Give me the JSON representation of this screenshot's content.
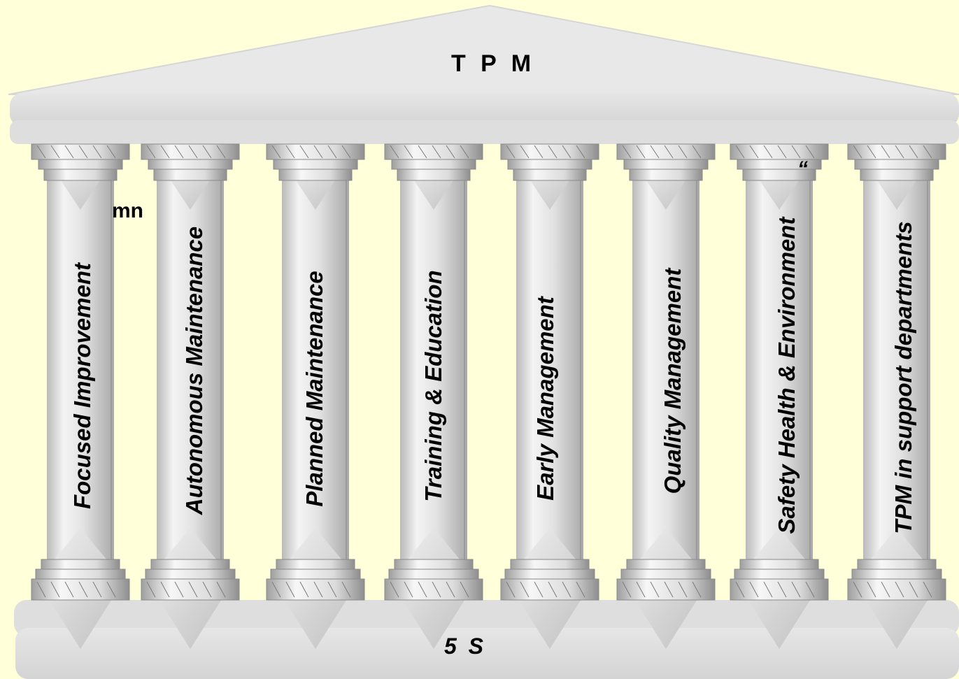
{
  "roof": {
    "title": "T P M"
  },
  "base": {
    "label": "5 S"
  },
  "pillars": [
    {
      "label": "Focused Improvement"
    },
    {
      "label": "Autonomous Maintenance"
    },
    {
      "label": "Planned  Maintenance"
    },
    {
      "label": "Training & Education"
    },
    {
      "label": "Early Management"
    },
    {
      "label": "Quality  Management"
    },
    {
      "label": "Safety Health & Environment"
    },
    {
      "label": "TPM in support departments"
    }
  ],
  "stray_text": {
    "mn": "mn",
    "quote": "“"
  },
  "colors": {
    "background": "#ffffd9",
    "stone_light": "#ececec",
    "stone_mid": "#d9d9d9",
    "stone_dark": "#a8a8a8"
  }
}
